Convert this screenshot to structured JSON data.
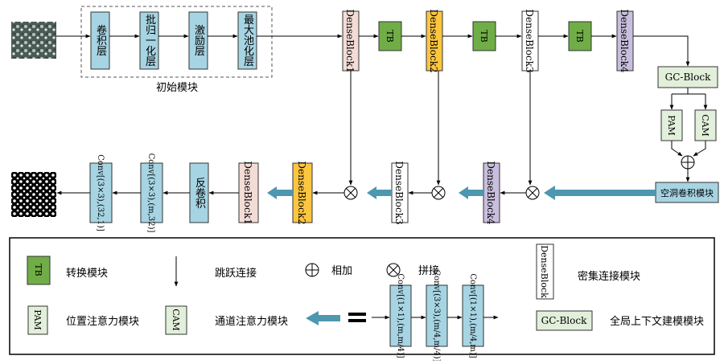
{
  "colors": {
    "blue": "#a6d4e3",
    "green": "#70ad47",
    "yellow": "#fdc63f",
    "pink": "#f3dcd6",
    "purple": "#c8bedd",
    "lightgreen": "#e2efda",
    "arrow_blue": "#4d97b0"
  },
  "encoder": {
    "initial_module": {
      "label": "初始模块",
      "layers": [
        "卷积层",
        "批归一化层",
        "激励层",
        "最大池化层"
      ]
    },
    "dense1": "DenseBlock1",
    "tb1": "TB",
    "dense2": "DenseBlock2",
    "tb2": "TB",
    "dense3": "DenseBlock3",
    "tb3": "TB",
    "dense4": "DenseBlock4"
  },
  "context": {
    "gc_block": "GC-Block",
    "pam": "PAM",
    "cam": "CAM",
    "aspp": "空洞卷积模块"
  },
  "decoder": {
    "dense4": "DenseBlock4",
    "dense3": "DenseBlock3",
    "dense2": "DenseBlock2",
    "dense1": "DenseBlock1",
    "deconv": "反卷积",
    "conv_a": "Conv[(3×3),(m,32)]",
    "conv_b": "Conv[(3×3),(32,1)]"
  },
  "legend": {
    "tb_box": "TB",
    "tb_text": "转换模块",
    "skip_text": "跳跃连接",
    "add_text": "相加",
    "concat_text": "拼接",
    "dense_box": "DenseBlock",
    "dense_text": "密集连接模块",
    "pam_box": "PAM",
    "pam_text": "位置注意力模块",
    "cam_box": "CAM",
    "cam_text": "通道注意力模块",
    "conv1": "Conv[(1×1),(m,m/4)]",
    "conv2": "Conv[(3×3),(m/4,m/4)]",
    "conv3": "Conv[(1×1),(m/4,m)]",
    "gc_box": "GC-Block",
    "gc_text": "全局上下文建模模块"
  }
}
